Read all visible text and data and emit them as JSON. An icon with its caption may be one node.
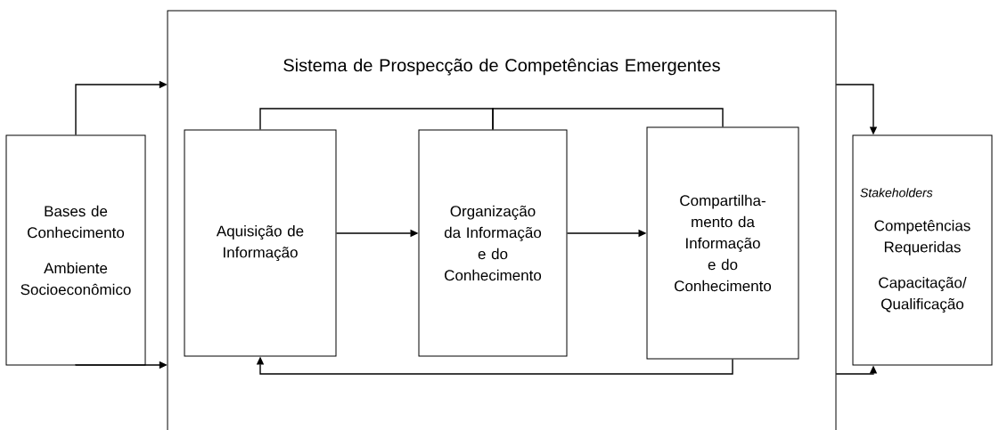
{
  "diagram": {
    "nodes": [
      {
        "text": [
          "Bases de Conhecimento",
          "Ambiente Socioeconômico"
        ]
      },
      {
        "text": [
          "Sistema de Prospecção de Competências Emergentes"
        ]
      },
      {
        "text": [
          "Aquisição de Informação"
        ],
        "in": 1
      },
      {
        "text": [
          "Organização da Informação e do Conhecimento"
        ],
        "in": 1
      },
      {
        "text": [
          "Compartilha-mento da Informação e do Conhecimento"
        ],
        "in": 1
      },
      {
        "text": [
          "Stakeholders",
          "Competências Requeridas",
          "Capacitação/ Qualificação"
        ]
      }
    ],
    "edges": [
      {
        "from": 0,
        "to": 1,
        "arrow": "to"
      },
      {
        "from": 0,
        "to": 1,
        "arrow": "to"
      },
      {
        "from": 2,
        "to": 3,
        "arrow": "to"
      },
      {
        "from": 3,
        "to": 4,
        "arrow": "to"
      },
      {
        "from": 4,
        "to": 2,
        "arrow": "to"
      },
      {
        "from": 3,
        "to": 2,
        "arrow": "none"
      },
      {
        "from": 3,
        "to": 4,
        "arrow": "none"
      },
      {
        "from": 1,
        "to": 5,
        "arrow": "to"
      },
      {
        "from": 1,
        "to": 5,
        "arrow": "to"
      }
    ]
  }
}
